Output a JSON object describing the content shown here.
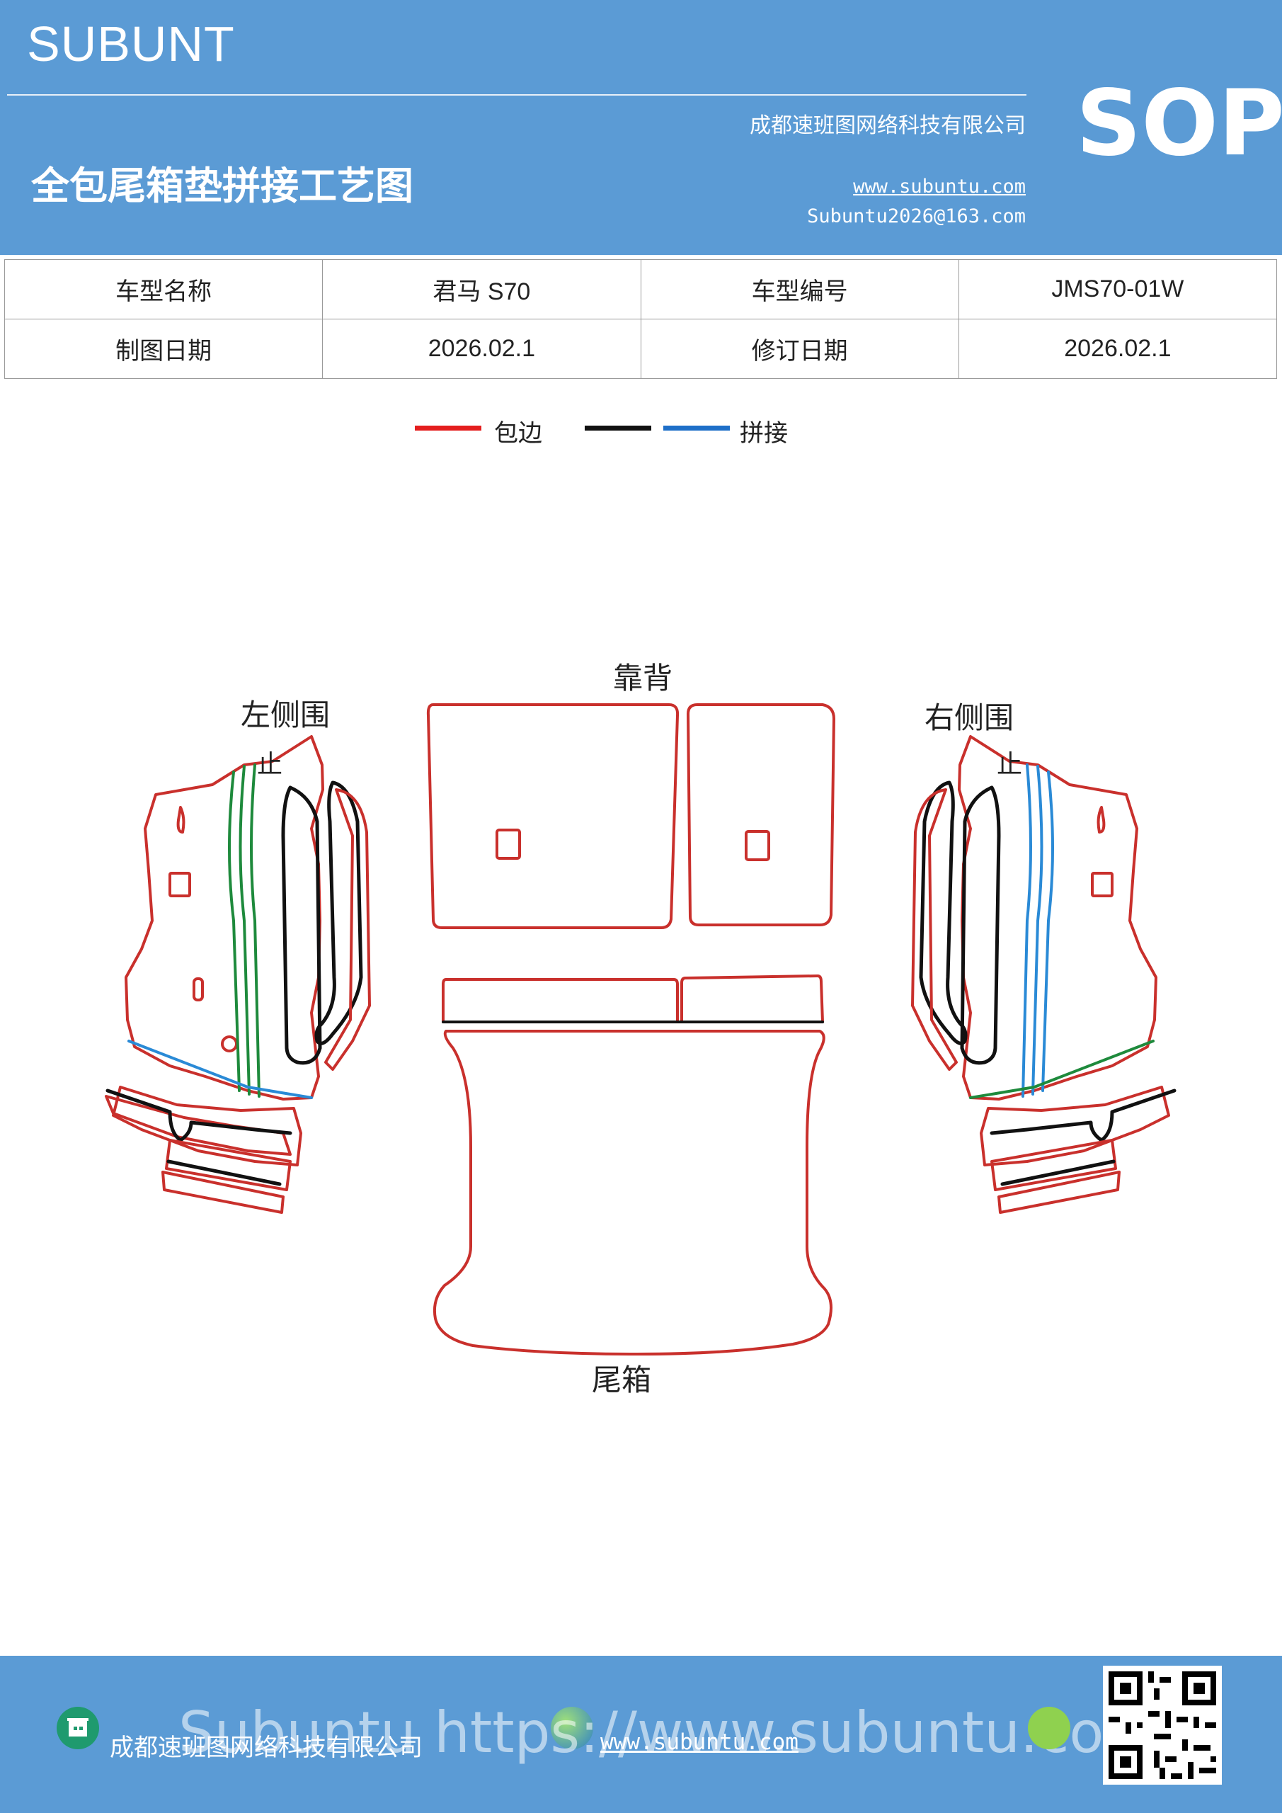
{
  "header": {
    "brand": "SUBUNT",
    "sop_label": "SOP",
    "title": "全包尾箱垫拼接工艺图",
    "company": "成都速班图网络科技有限公司",
    "website": "www.subuntu.com",
    "email": "Subuntu2026@163.com"
  },
  "info_table": {
    "model_name_label": "车型名称",
    "model_name": "君马 S70",
    "model_code_label": "车型编号",
    "model_code": "JMS70-01W",
    "draw_date_label": "制图日期",
    "draw_date": "2026.02.1",
    "revise_date_label": "修订日期",
    "revise_date": "2026.02.1"
  },
  "legend": {
    "edge_label": "包边",
    "splice_label": "拼接",
    "edge_color": "#e41e1e",
    "black_color": "#111111",
    "splice_color": "#1e6fc8"
  },
  "diagram": {
    "backrest": "靠背",
    "left_side": "左侧围",
    "right_side": "右侧围",
    "stop_mark": "止",
    "trunk": "尾箱"
  },
  "footer": {
    "company": "成都速班图网络科技有限公司",
    "website": "www.subuntu.com",
    "watermark": "Subuntu https://www.subuntu.com"
  },
  "colors": {
    "header_bg": "#5b9bd5",
    "outline_red": "#c9302c",
    "outline_green": "#1e8a3c",
    "outline_blue": "#2a8ad6"
  },
  "icons": [
    "building-icon",
    "globe-icon",
    "wechat-icon",
    "qr-code"
  ]
}
